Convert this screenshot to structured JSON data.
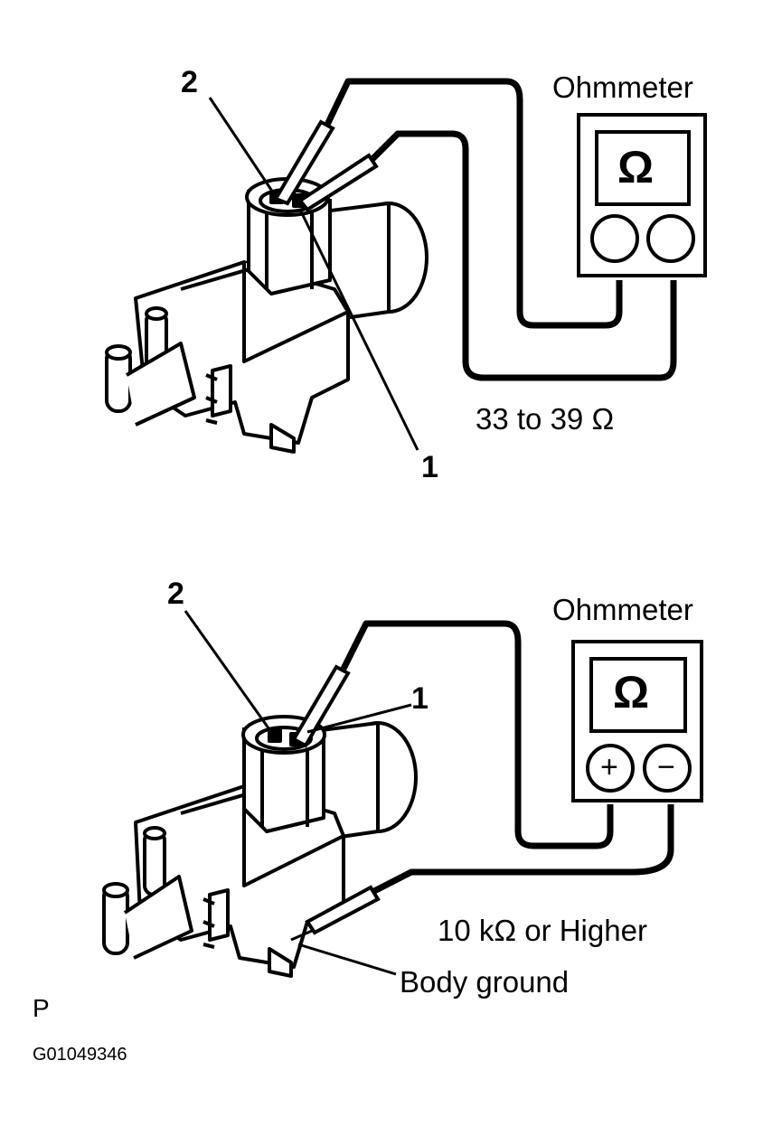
{
  "top_panel": {
    "meter_label": "Ohmmeter",
    "meter_symbol": "Ω",
    "terminal_1": "1",
    "terminal_2": "2",
    "reading": "33 to 39 Ω"
  },
  "bottom_panel": {
    "meter_label": "Ohmmeter",
    "meter_symbol": "Ω",
    "plus_sign": "+",
    "minus_sign": "−",
    "terminal_1": "1",
    "terminal_2": "2",
    "reading": "10 kΩ or Higher",
    "ground_label": "Body ground"
  },
  "footer": {
    "letter": "P",
    "figure_id": "G01049346"
  }
}
